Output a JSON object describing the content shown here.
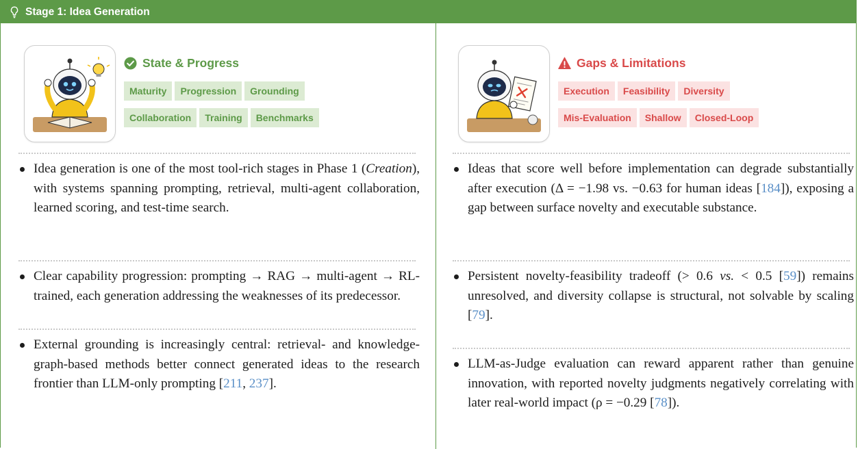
{
  "header": {
    "title": "Stage 1: Idea Generation",
    "icon": "lightbulb-icon",
    "color": "#5d9a48"
  },
  "left": {
    "title": "State & Progress",
    "icon": "check-circle-icon",
    "accent": "#5d9a48",
    "tags_row1": [
      "Maturity",
      "Progression",
      "Grounding"
    ],
    "tags_row2": [
      "Collaboration",
      "Training",
      "Benchmarks"
    ],
    "bullets": [
      {
        "a": "Idea generation is one of the most tool-rich stages in Phase 1 (",
        "em": "Creation",
        "b": "), with systems spanning prompting, retrieval, multi-agent collaboration, learned scoring, and test-time search."
      },
      {
        "text": "Clear capability progression: prompting → RAG → multi-agent → RL-trained, each generation addressing the weaknesses of its predecessor."
      },
      {
        "a": "External grounding is increasingly central: retrieval- and knowledge-graph-based methods better connect generated ideas to the research frontier than LLM-only prompting [",
        "c1": "211",
        "sep": ", ",
        "c2": "237",
        "b": "]."
      }
    ]
  },
  "right": {
    "title": "Gaps & Limitations",
    "icon": "warning-triangle-icon",
    "accent": "#d94a4a",
    "tags_row1": [
      "Execution",
      "Feasibility",
      "Diversity"
    ],
    "tags_row2": [
      "Mis-Evaluation",
      "Shallow",
      "Closed-Loop"
    ],
    "bullets": [
      {
        "a": "Ideas that score well before implementation can degrade substantially after execution (Δ = −1.98 vs. −0.63 for human ideas [",
        "c1": "184",
        "b": "]), exposing a gap between surface novelty and executable substance."
      },
      {
        "a": "Persistent novelty-feasibility tradeoff (> 0.6 ",
        "em": "vs.",
        "m": " < 0.5 [",
        "c1": "59",
        "n": "]) remains unresolved, and diversity collapse is structural, not solvable by scaling [",
        "c2": "79",
        "b": "]."
      },
      {
        "a": "LLM-as-Judge evaluation can reward apparent rather than genuine innovation, with reported novelty judgments negatively correlating with later real-world impact (ρ = −0.29 [",
        "c1": "78",
        "b": "])."
      }
    ]
  }
}
